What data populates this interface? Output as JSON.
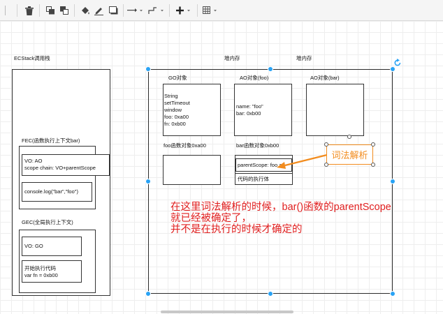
{
  "toolbar": {
    "icons": [
      "trash-icon",
      "to-front-icon",
      "to-back-icon",
      "fill-color-icon",
      "line-color-icon",
      "shadow-icon",
      "connection-style-icon",
      "waypoints-icon",
      "insert-icon",
      "table-icon"
    ]
  },
  "colors": {
    "accent": "#29a3f5",
    "annotation": "#e01e1e",
    "arrow": "#f28c1e"
  },
  "ecstack": {
    "title": "ECStack调用栈",
    "fec": {
      "title": "FEC(函数执行上下文bar)",
      "vo_line1": "VO: AO",
      "vo_line2": "scope chain: VO+parentScope",
      "code": "console.log(\"bar\",\"foo\")"
    },
    "gec": {
      "title": "GEC(全局执行上下文)",
      "vo": "VO: GO",
      "code_line1": "开始执行代码",
      "code_line2": "var fn = 0xb00"
    }
  },
  "heap": {
    "title1": "堆内存",
    "title2": "堆内存",
    "go": {
      "title": "GO对象",
      "line1": "String",
      "line2": "setTimeout",
      "line3": "window",
      "line4": "foo: 0xa00",
      "line5": "fn: 0xb00"
    },
    "ao_foo": {
      "title": "AO对象(foo)",
      "line1": "name: \"foo\"",
      "line2": "bar: 0xb00"
    },
    "ao_bar": {
      "title": "AO对象(bar)"
    },
    "foo_func": {
      "title": "foo函数对象0xa00"
    },
    "bar_func": {
      "title": "bar函数对象0xb00",
      "parent_scope": "parentScope: foo ao",
      "code": "代码的执行体"
    }
  },
  "callout": {
    "text": "词法解析"
  },
  "annotation": {
    "line1": "在这里词法解析的时候，bar()函数的parentScope",
    "line2": "就已经被确定了，",
    "line3": "并不是在执行的时候才确定的"
  }
}
